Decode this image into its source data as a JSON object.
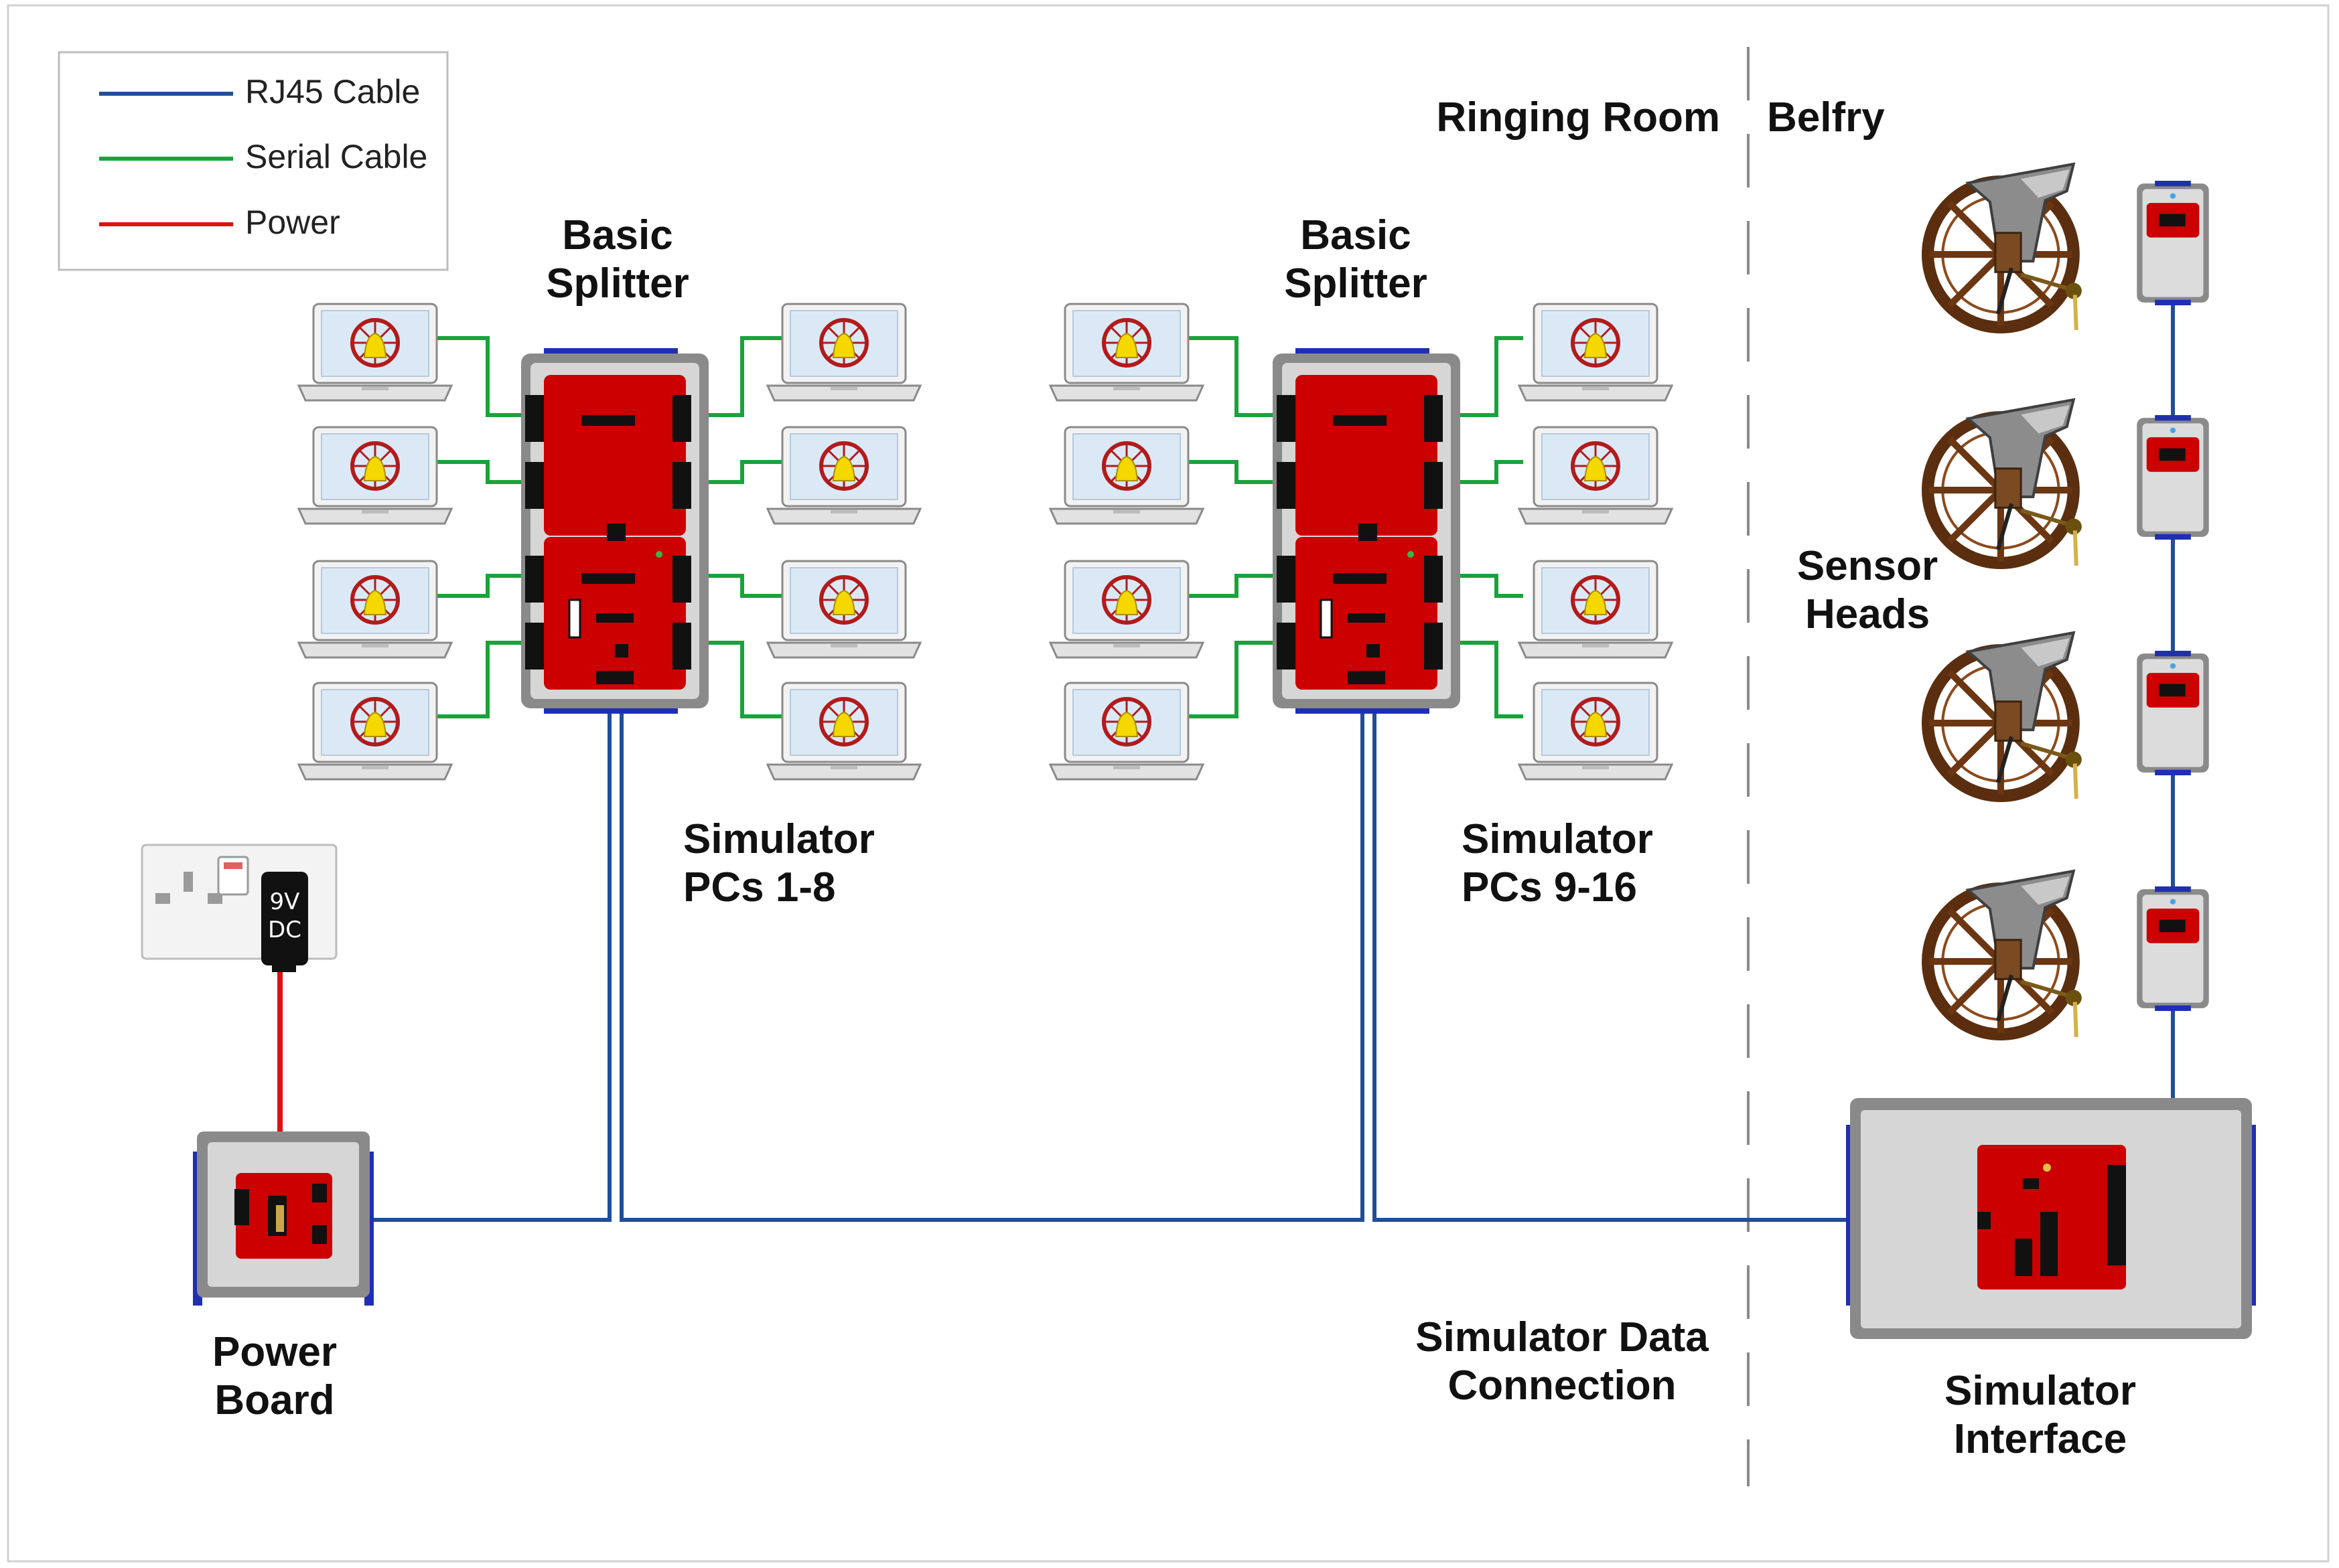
{
  "legend": {
    "items": [
      {
        "label": "RJ45 Cable",
        "color": "#1f4e9a"
      },
      {
        "label": "Serial Cable",
        "color": "#1aa23c"
      },
      {
        "label": "Power",
        "color": "#e01010"
      }
    ]
  },
  "labels": {
    "ringing_room": "Ringing Room",
    "belfry": "Belfry",
    "splitter_1": [
      "Basic",
      "Splitter"
    ],
    "splitter_2": [
      "Basic",
      "Splitter"
    ],
    "pcs_1": [
      "Simulator",
      "PCs 1-8"
    ],
    "pcs_2": [
      "Simulator",
      "PCs 9-16"
    ],
    "sensor_heads": [
      "Sensor",
      "Heads"
    ],
    "power_board": [
      "Power",
      "Board"
    ],
    "data_connection": [
      "Simulator Data",
      "Connection"
    ],
    "simulator_interface": [
      "Simulator",
      "Interface"
    ],
    "plug": [
      "9V",
      "DC"
    ]
  },
  "icons": {
    "laptop": "laptop-icon",
    "bell": "bell-icon",
    "bell_wheel": "bell-wheel-icon",
    "sensor": "sensor-head-icon",
    "socket": "wall-socket-icon",
    "plug": "power-adapter-icon"
  },
  "colors": {
    "board_red": "#cc0000",
    "case_grey": "#8a8a8a",
    "panel_grey": "#d6d6d6",
    "rj45": "#1f4e9a",
    "serial": "#1aa23c",
    "power": "#e01010",
    "screen_blue": "#dbe9f7"
  }
}
